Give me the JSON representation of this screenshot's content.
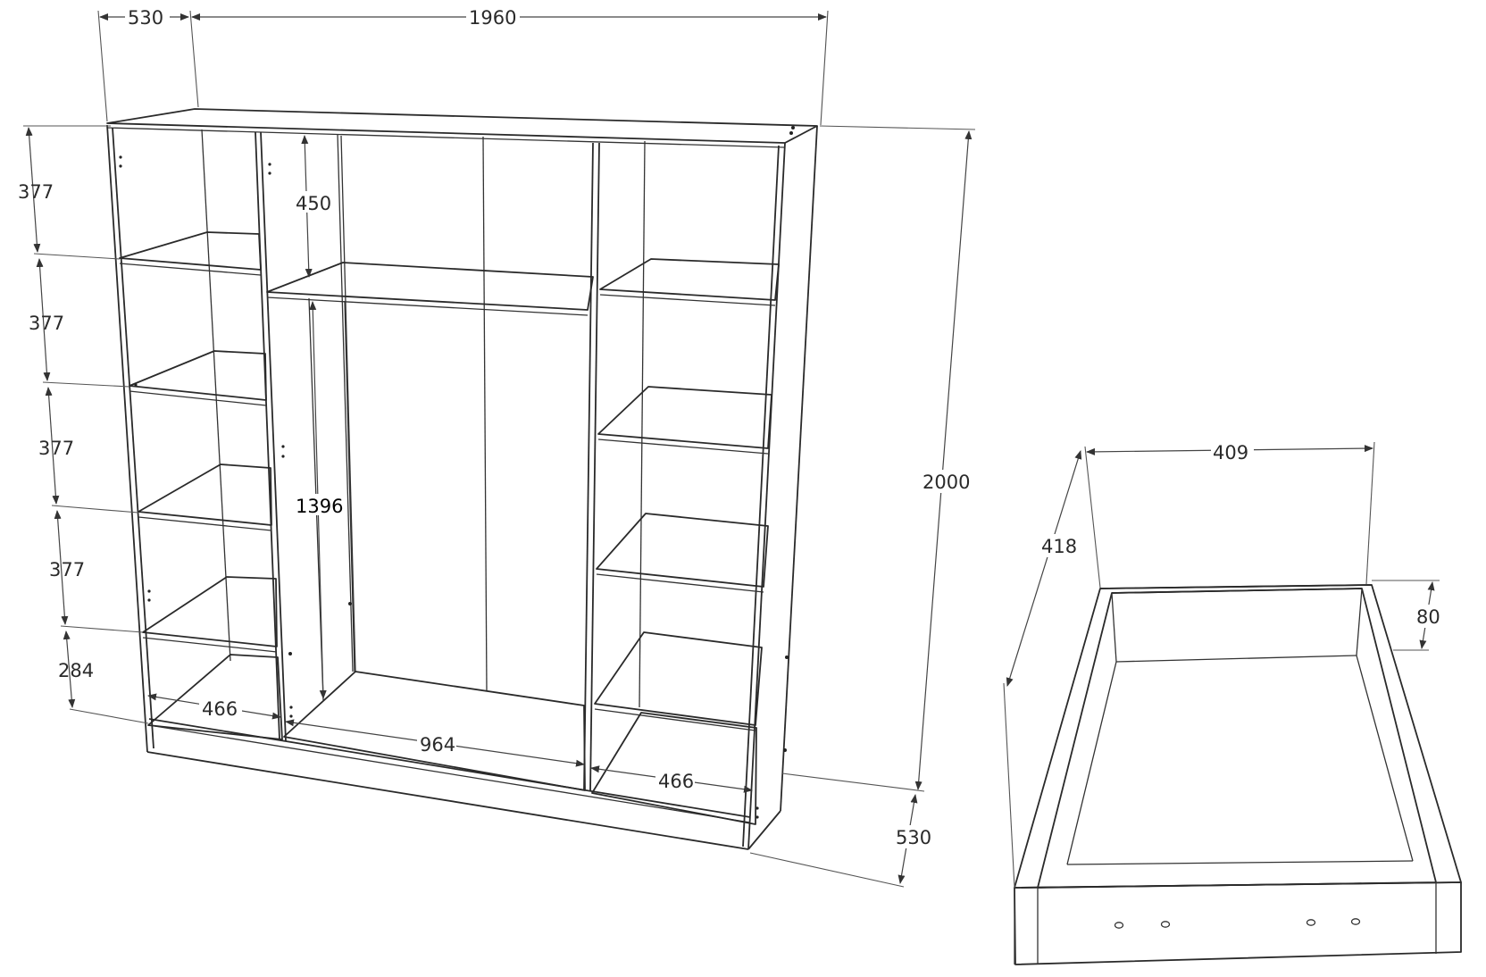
{
  "wardrobe": {
    "dims": {
      "depth_top": "530",
      "width_total": "1960",
      "height_total": "2000",
      "depth_bottom": "530",
      "shelf_gap_1": "377",
      "shelf_gap_2": "377",
      "shelf_gap_3": "377",
      "shelf_gap_4": "377",
      "plinth_gap": "284",
      "center_top_gap": "450",
      "center_hanging_height": "1396",
      "left_section_width": "466",
      "center_section_width": "964",
      "right_section_width": "466"
    }
  },
  "drawer": {
    "dims": {
      "width": "409",
      "depth": "418",
      "height": "80"
    }
  }
}
